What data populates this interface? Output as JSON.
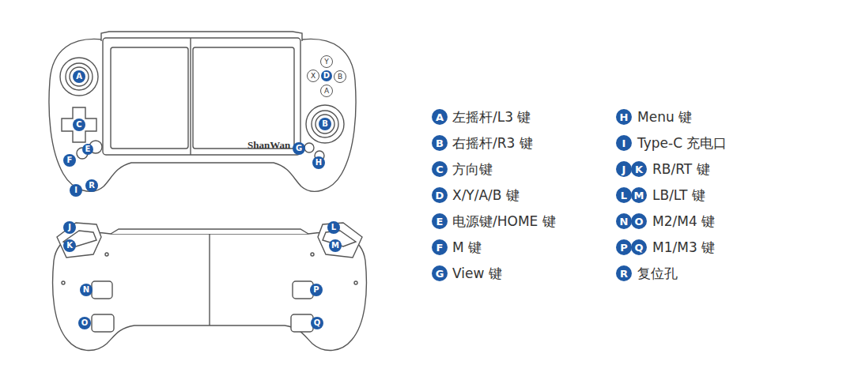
{
  "diagram": {
    "labels": [
      "A",
      "D",
      "Y",
      "X",
      "B",
      "A",
      "C",
      "B",
      "ShanWan",
      "G",
      "E",
      "F",
      "H",
      "R",
      "I",
      "J",
      "L",
      "K",
      "M",
      "N",
      "P",
      "O",
      "Q",
      "A",
      "左摇杆/L3 键",
      "B",
      "右摇杆/R3 键",
      "C",
      "方向键",
      "D",
      "X/Y/A/B 键",
      "E",
      "电源键/HOME 键",
      "F",
      "M 键",
      "G",
      "View 键",
      "H",
      "Menu 键",
      "I",
      "Type-C 充电口",
      "J",
      "K",
      "RB/RT 键",
      "L",
      "M",
      "LB/LT 键",
      "N",
      "O",
      "M2/M4 键",
      "P",
      "Q",
      "M1/M3 键",
      "R",
      "复位孔"
    ]
  }
}
